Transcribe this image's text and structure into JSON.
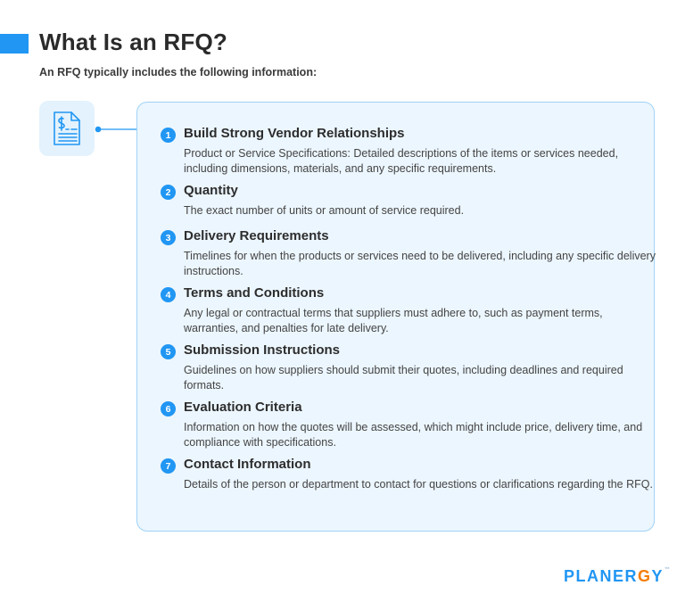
{
  "header": {
    "title": "What Is an RFQ?",
    "subtitle": "An RFQ typically includes the following information:"
  },
  "icon": {
    "name": "invoice-document-icon"
  },
  "items": [
    {
      "number": "1",
      "title": "Build Strong Vendor Relationships",
      "description": "Product or Service Specifications: Detailed descriptions of the items or services needed, including dimensions, materials, and any specific requirements."
    },
    {
      "number": "2",
      "title": "Quantity",
      "description": "The exact number of units or amount of service required."
    },
    {
      "number": "3",
      "title": "Delivery Requirements",
      "description": "Timelines for when the products or services need to be delivered, including any specific delivery instructions."
    },
    {
      "number": "4",
      "title": "Terms and Conditions",
      "description": "Any legal or contractual terms that suppliers must adhere to, such as payment terms, warranties, and penalties for late delivery."
    },
    {
      "number": "5",
      "title": "Submission Instructions",
      "description": "Guidelines on how suppliers should submit their quotes, including deadlines and required formats."
    },
    {
      "number": "6",
      "title": "Evaluation Criteria",
      "description": "Information on how the quotes will be assessed, which might include price, delivery time, and compliance with specifications."
    },
    {
      "number": "7",
      "title": "Contact Information",
      "description": "Details of the person or department to contact for questions or clarifications regarding the RFQ."
    }
  ],
  "logo": {
    "text_pre": "PLANER",
    "text_g": "G",
    "text_post": "Y",
    "tm": "™"
  },
  "colors": {
    "accent": "#2196f3",
    "panel_bg": "#ecf6fe",
    "panel_border": "#9fd2f7",
    "logo_accent": "#f57c00"
  }
}
